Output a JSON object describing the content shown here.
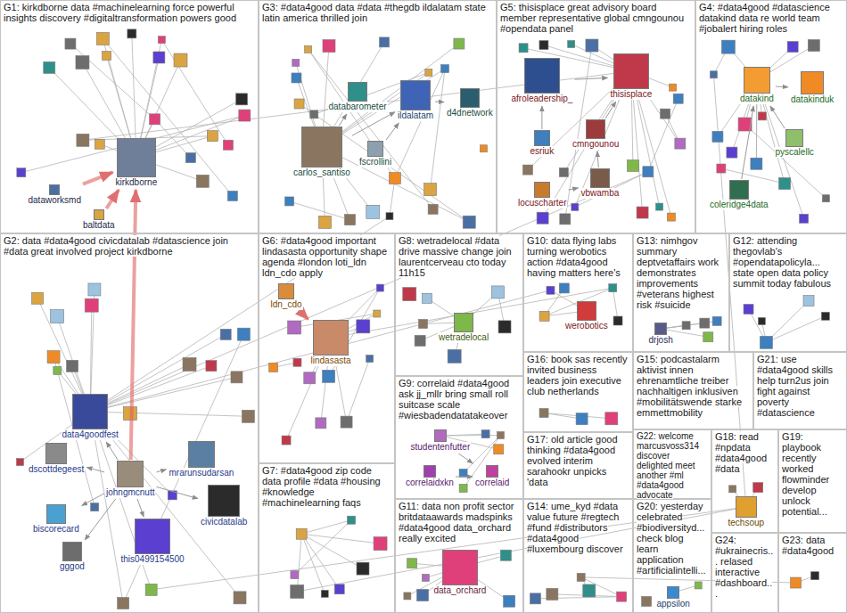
{
  "diagram": {
    "nodes": [
      {
        "text": [
          "G1: kirkdborne data #machinelearning force powerful insights discovery #digitaltransformation powers good"
        ]
      },
      {
        "text": [
          "kirkdborne"
        ],
        "in": 0
      },
      {
        "text": [
          "dataworksmd"
        ],
        "in": 0
      },
      {
        "text": [
          "baltdata"
        ],
        "in": 0
      },
      {
        "text": [
          "G3: #data4good data #data #thegdb ildalatam state latin america thrilled join"
        ]
      },
      {
        "text": [
          "databarometer"
        ],
        "in": 4
      },
      {
        "text": [
          "ildalatam"
        ],
        "in": 4
      },
      {
        "text": [
          "d4dnetwork"
        ],
        "in": 4
      },
      {
        "text": [
          "carlos_santiso"
        ],
        "in": 4
      },
      {
        "text": [
          "fscrollini"
        ],
        "in": 4
      },
      {
        "text": [
          "G5: thisisplace great advisory board member representative global cmngounou #opendata panel"
        ]
      },
      {
        "text": [
          "thisisplace"
        ],
        "in": 10
      },
      {
        "text": [
          "cmngounou"
        ],
        "in": 10
      },
      {
        "text": [
          "afroleadership_"
        ],
        "in": 10
      },
      {
        "text": [
          "vbwamba"
        ],
        "in": 10
      },
      {
        "text": [
          "esriuk"
        ],
        "in": 10
      },
      {
        "text": [
          "locuscharter"
        ],
        "in": 10
      },
      {
        "text": [
          "G4: #data4good #datascience datakind data re world team #jobalert hiring roles"
        ]
      },
      {
        "text": [
          "datakind"
        ],
        "in": 17
      },
      {
        "text": [
          "datakinduk"
        ],
        "in": 17
      },
      {
        "text": [
          "pyscalellc"
        ],
        "in": 17
      },
      {
        "text": [
          "coleridge4data"
        ],
        "in": 17
      },
      {
        "text": [
          "G2: data #data4good civicdatalab #datascience join #data great involved project kirkdborne"
        ]
      },
      {
        "text": [
          "data4goodfest"
        ],
        "in": 22
      },
      {
        "text": [
          "dscottdegeest"
        ],
        "in": 22
      },
      {
        "text": [
          "mrarunsudarsan"
        ],
        "in": 22
      },
      {
        "text": [
          "johngmcnutt"
        ],
        "in": 22
      },
      {
        "text": [
          "civicdatalab"
        ],
        "in": 22
      },
      {
        "text": [
          "biscorecard"
        ],
        "in": 22
      },
      {
        "text": [
          "gggod"
        ],
        "in": 22
      },
      {
        "text": [
          "this0499154500"
        ],
        "in": 22
      },
      {
        "text": [
          "G6: #data4good important lindasasta opportunity shape agenda #london loti_ldn ldn_cdo apply"
        ]
      },
      {
        "text": [
          "ldn_cdo"
        ],
        "in": 31
      },
      {
        "text": [
          "lindasasta"
        ],
        "in": 31
      },
      {
        "text": [
          "G8: wetradelocal #data drive massive change join laurentcerveau cto today 11h15"
        ]
      },
      {
        "text": [
          "wetradelocal"
        ],
        "in": 34
      },
      {
        "text": [
          "G10: data flying labs turning werobotics action #data4good having matters here's"
        ]
      },
      {
        "text": [
          "werobotics"
        ],
        "in": 36
      },
      {
        "text": [
          "G13: nimhgov summary deptvetaffairs work demonstrates improvements #veterans highest risk #suicide"
        ]
      },
      {
        "text": [
          "drjosh"
        ],
        "in": 38
      },
      {
        "text": [
          "G12: attending thegovlab's #opendatapolicyla... state open data policy summit today fabulous"
        ]
      },
      {
        "text": [
          "G9: correlaid #data4good ask jj_mllr bring small roll suitcase scale #wiesbadendatatakeover"
        ]
      },
      {
        "text": [
          "studentenfutter"
        ],
        "in": 41
      },
      {
        "text": [
          "correlaidxkn"
        ],
        "in": 41
      },
      {
        "text": [
          "correlaid"
        ],
        "in": 41
      },
      {
        "text": [
          "G16: book sas recently invited business leaders join executive club netherlands"
        ]
      },
      {
        "text": [
          "G15: podcastalarm aktivist innen ehrenamtliche treiber nachhaltigen inklusiven #mobilitätswende starke emmettmobility"
        ]
      },
      {
        "text": [
          "G21: use #data4good skills help turn2us join fight against poverty #datascience"
        ]
      },
      {
        "text": [
          "G17: old article good thinking #data4good evolved interim sarahookr unpicks 'data"
        ]
      },
      {
        "text": [
          "G22: welcome marcusvoss314 discover delighted meet another #ml #data4good advocate"
        ]
      },
      {
        "text": [
          "G18: read #npdata #data4good #data"
        ]
      },
      {
        "text": [
          "techsoup"
        ],
        "in": 50
      },
      {
        "text": [
          "G19: playbook recently worked flowminder develop unlock potential..."
        ]
      },
      {
        "text": [
          "G7: #data4good zip code data profile #data #housing #knowledge #machinelearning faqs"
        ]
      },
      {
        "text": [
          "G11: data non profit sector britdataawards madspinks #data4good data_orchard really excited"
        ]
      },
      {
        "text": [
          "data_orchard"
        ],
        "in": 54
      },
      {
        "text": [
          "G14: ume_kyd #data value future #regtech #fund #distributors #data4good #luxembourg discover"
        ]
      },
      {
        "text": [
          "G20: yesterday celebrated #biodiversityd... check blog learn application #artificialintelli..."
        ]
      },
      {
        "text": [
          "appsilon"
        ],
        "in": 57
      },
      {
        "text": [
          "G24: #ukrainecris... relased interactive #dashboard..."
        ]
      },
      {
        "text": [
          "G23: data #data4good"
        ]
      }
    ],
    "edges": [
      {
        "from": 2,
        "to": 1,
        "arrow": "to"
      },
      {
        "from": 3,
        "to": 1,
        "arrow": "to"
      },
      {
        "from": 26,
        "to": 1,
        "arrow": "to"
      },
      {
        "from": 26,
        "to": 23,
        "arrow": "to"
      },
      {
        "from": 26,
        "to": 24,
        "arrow": "to"
      },
      {
        "from": 26,
        "to": 25,
        "arrow": "to"
      },
      {
        "from": 26,
        "to": 27,
        "arrow": "to"
      },
      {
        "from": 26,
        "to": 28,
        "arrow": "to"
      },
      {
        "from": 26,
        "to": 29,
        "arrow": "to"
      },
      {
        "from": 26,
        "to": 30,
        "arrow": "to"
      },
      {
        "from": 8,
        "to": 5,
        "arrow": "to"
      },
      {
        "from": 8,
        "to": 6,
        "arrow": "to"
      },
      {
        "from": 9,
        "to": 6,
        "arrow": "to"
      },
      {
        "from": 6,
        "to": 7,
        "arrow": "to"
      },
      {
        "from": 12,
        "to": 11,
        "arrow": "to"
      },
      {
        "from": 13,
        "to": 11,
        "arrow": "to"
      },
      {
        "from": 14,
        "to": 12,
        "arrow": "to"
      },
      {
        "from": 15,
        "to": 13,
        "arrow": "to"
      },
      {
        "from": 16,
        "to": 14,
        "arrow": "to"
      },
      {
        "from": 18,
        "to": 19,
        "arrow": "to"
      },
      {
        "from": 20,
        "to": 18,
        "arrow": "to"
      },
      {
        "from": 21,
        "to": 18,
        "arrow": "to"
      },
      {
        "from": 32,
        "to": 33,
        "arrow": "to"
      },
      {
        "from": 42,
        "to": 44,
        "arrow": "to"
      },
      {
        "from": 43,
        "to": 44,
        "arrow": "to"
      }
    ]
  }
}
